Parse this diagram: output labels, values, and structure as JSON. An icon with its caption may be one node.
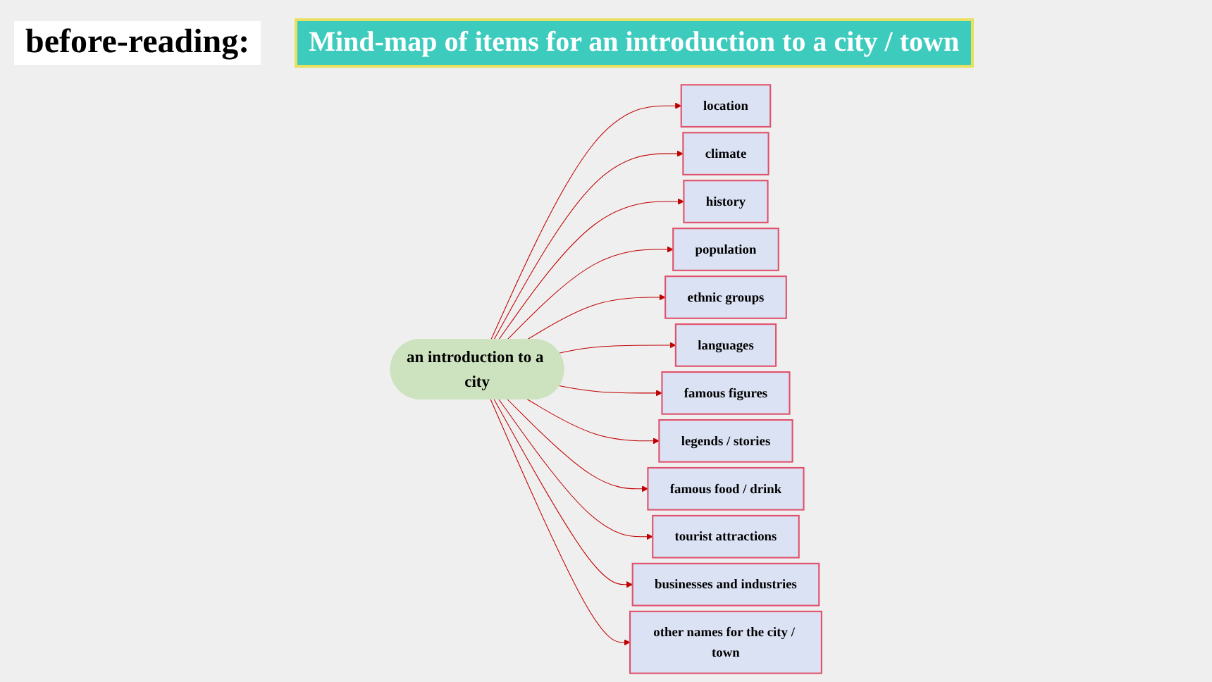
{
  "diagram": {
    "title": "Mind-map of items for an introduction to a city / town",
    "nodes": [
      {
        "text": [
          "an introduction to a city"
        ]
      },
      {
        "text": [
          "location"
        ]
      },
      {
        "text": [
          "climate"
        ]
      },
      {
        "text": [
          "history"
        ]
      },
      {
        "text": [
          "population"
        ]
      },
      {
        "text": [
          "ethnic groups"
        ]
      },
      {
        "text": [
          "languages"
        ]
      },
      {
        "text": [
          "famous figures"
        ]
      },
      {
        "text": [
          "legends / stories"
        ]
      },
      {
        "text": [
          "famous food / drink"
        ]
      },
      {
        "text": [
          "tourist attractions"
        ]
      },
      {
        "text": [
          "businesses and industries"
        ]
      },
      {
        "text": [
          "other names for the city / town"
        ]
      }
    ],
    "edges": [
      {
        "from": 0,
        "to": 1,
        "arrow": "to"
      },
      {
        "from": 0,
        "to": 2,
        "arrow": "to"
      },
      {
        "from": 0,
        "to": 3,
        "arrow": "to"
      },
      {
        "from": 0,
        "to": 4,
        "arrow": "to"
      },
      {
        "from": 0,
        "to": 5,
        "arrow": "to"
      },
      {
        "from": 0,
        "to": 6,
        "arrow": "to"
      },
      {
        "from": 0,
        "to": 7,
        "arrow": "to"
      },
      {
        "from": 0,
        "to": 8,
        "arrow": "to"
      },
      {
        "from": 0,
        "to": 9,
        "arrow": "to"
      },
      {
        "from": 0,
        "to": 10,
        "arrow": "to"
      },
      {
        "from": 0,
        "to": 11,
        "arrow": "to"
      },
      {
        "from": 0,
        "to": 12,
        "arrow": "to"
      }
    ],
    "labels": [
      "before-reading:"
    ]
  }
}
